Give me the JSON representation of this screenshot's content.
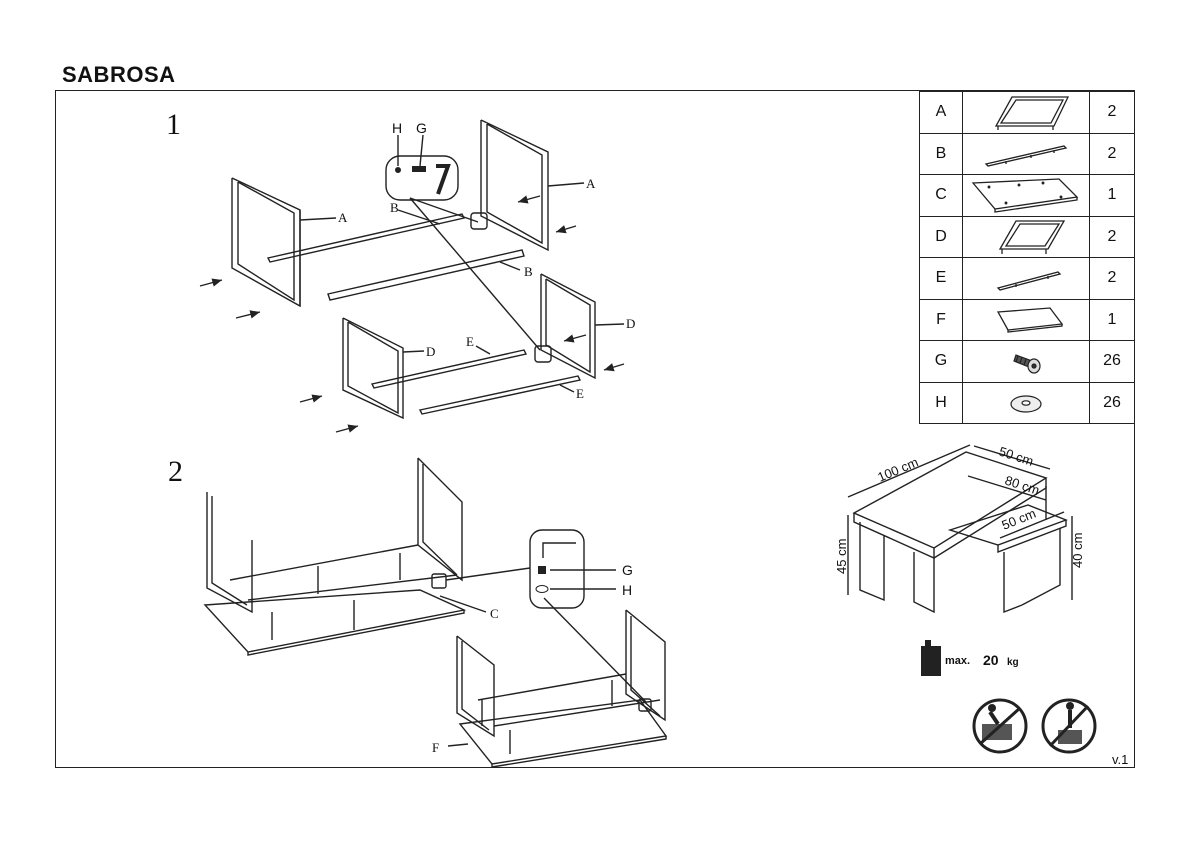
{
  "title": "SABROSA",
  "steps": [
    "1",
    "2"
  ],
  "parts": [
    {
      "letter": "A",
      "qty": "2",
      "icon": "rect-frame-icon"
    },
    {
      "letter": "B",
      "qty": "2",
      "icon": "long-bar-icon"
    },
    {
      "letter": "C",
      "qty": "1",
      "icon": "large-board-icon"
    },
    {
      "letter": "D",
      "qty": "2",
      "icon": "small-frame-icon"
    },
    {
      "letter": "E",
      "qty": "2",
      "icon": "short-bar-icon"
    },
    {
      "letter": "F",
      "qty": "1",
      "icon": "small-board-icon"
    },
    {
      "letter": "G",
      "qty": "26",
      "icon": "bolt-icon"
    },
    {
      "letter": "H",
      "qty": "26",
      "icon": "washer-icon"
    }
  ],
  "step1_labels": {
    "h": "H",
    "g": "G",
    "a1": "A",
    "a2": "A",
    "b1": "B",
    "b2": "B",
    "d1": "D",
    "d2": "D",
    "e1": "E",
    "e2": "E",
    "tool": "7"
  },
  "step2_labels": {
    "g": "G",
    "h": "H",
    "c": "C",
    "f": "F"
  },
  "dimensions": {
    "d100": "100 cm",
    "d50a": "50 cm",
    "d80": "80 cm",
    "d50b": "50 cm",
    "d45": "45 cm",
    "d40": "40 cm"
  },
  "load": {
    "prefix": "max.",
    "value": "20",
    "unit": "kg"
  },
  "version": "v.1"
}
